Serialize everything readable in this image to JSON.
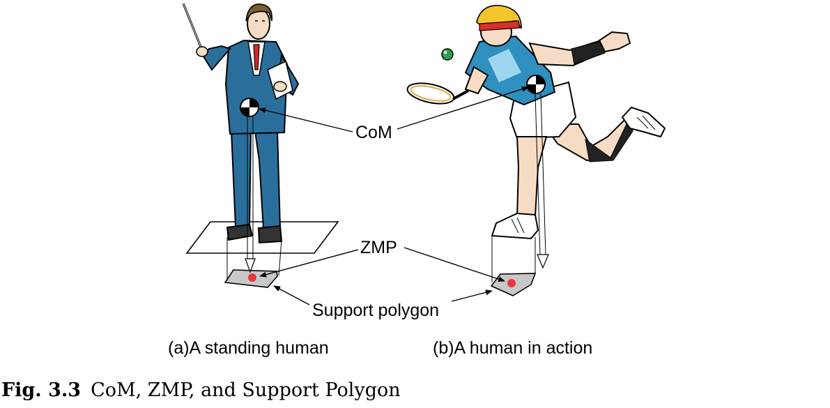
{
  "labels": {
    "com": "CoM",
    "zmp": "ZMP",
    "support_polygon": "Support polygon"
  },
  "subcaptions": {
    "a": "(a)A standing human",
    "b": "(b)A human in action"
  },
  "caption": {
    "number": "Fig. 3.3",
    "text": "CoM, ZMP, and Support Polygon"
  },
  "colors": {
    "suit": "#2a6f9c",
    "tie": "#d42b2b",
    "shirt_b": "#2f8fbf",
    "headband": "#d6302b",
    "hair_b": "#f2c62b",
    "zmp_dot": "#e8373a",
    "polygon_fill": "#c8c8c8",
    "ball": "#2e9e4a"
  },
  "icons": {
    "com": "center-of-mass-icon"
  }
}
